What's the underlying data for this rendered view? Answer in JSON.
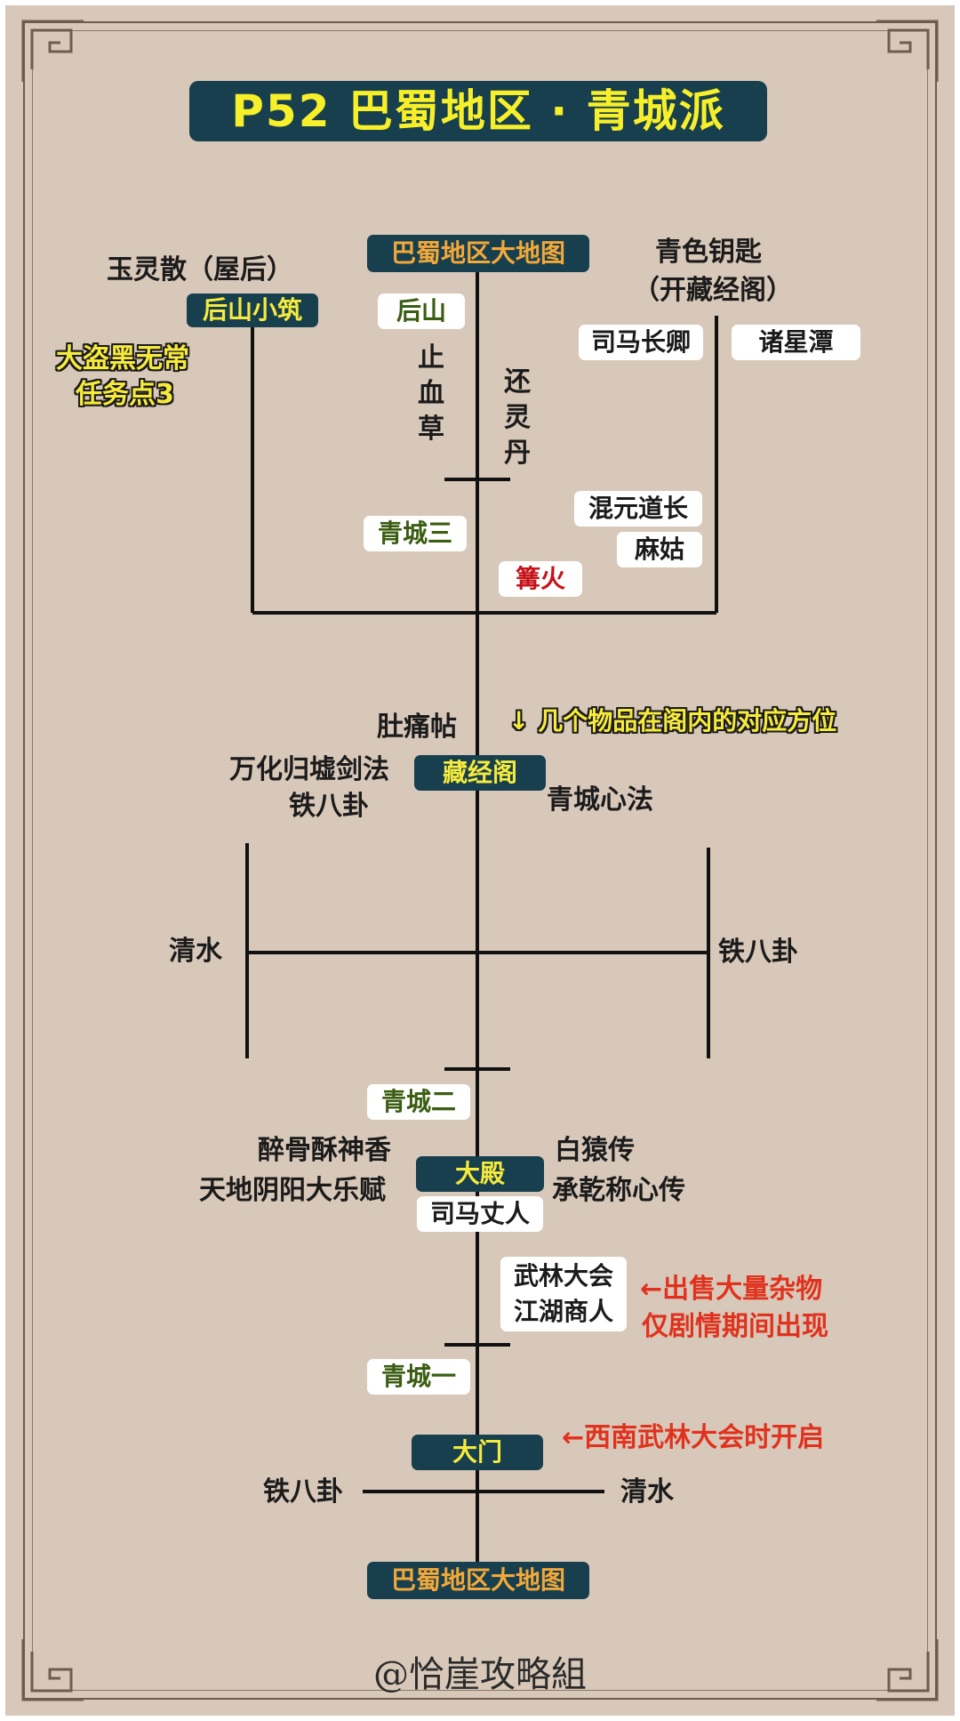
{
  "title": "P52  巴蜀地区 · 青城派",
  "colors": {
    "background": "#d8c8b9",
    "dark_box": "#173f4d",
    "title_text": "#f6ef2a",
    "red_note": "#e0321e",
    "line": "#111111"
  },
  "top_map": "巴蜀地区大地图",
  "bottom_map": "巴蜀地区大地图",
  "left_branch": {
    "item": "玉灵散（屋后）",
    "location": "后山小筑",
    "quest": [
      "大盗黑无常",
      "任务点3"
    ]
  },
  "right_branch": {
    "item": [
      "青色钥匙",
      "（开藏经阁）"
    ],
    "npcs_top": [
      "司马长卿",
      "诸星潭"
    ],
    "npcs_bottom": [
      "混元道长",
      "麻姑"
    ]
  },
  "houshan": "后山",
  "houshan_left_vertical": "止血草",
  "houshan_right_vertical": "还灵丹",
  "qingcheng_three": "青城三",
  "bonfire": "篝火",
  "library": {
    "label": "藏经阁",
    "note": "↓ 几个物品在阁内的对应方位",
    "top": "肚痛帖",
    "left": [
      "万化归墟剑法",
      "铁八卦"
    ],
    "right": "青城心法"
  },
  "courtyard": {
    "left": "清水",
    "right": "铁八卦"
  },
  "qingcheng_two": "青城二",
  "main_hall": {
    "label": "大殿",
    "left": [
      "醉骨酥神香",
      "天地阴阳大乐赋"
    ],
    "right": [
      "白猿传",
      "承乾称心传"
    ],
    "npc": "司马丈人"
  },
  "merchant": {
    "names": [
      "武林大会",
      "江湖商人"
    ],
    "note": [
      "←出售大量杂物",
      "仅剧情期间出现"
    ]
  },
  "qingcheng_one": "青城一",
  "gate": {
    "label": "大门",
    "note": "←西南武林大会时开启",
    "left": "铁八卦",
    "right": "清水"
  },
  "footer": "@恰崖攻略組"
}
